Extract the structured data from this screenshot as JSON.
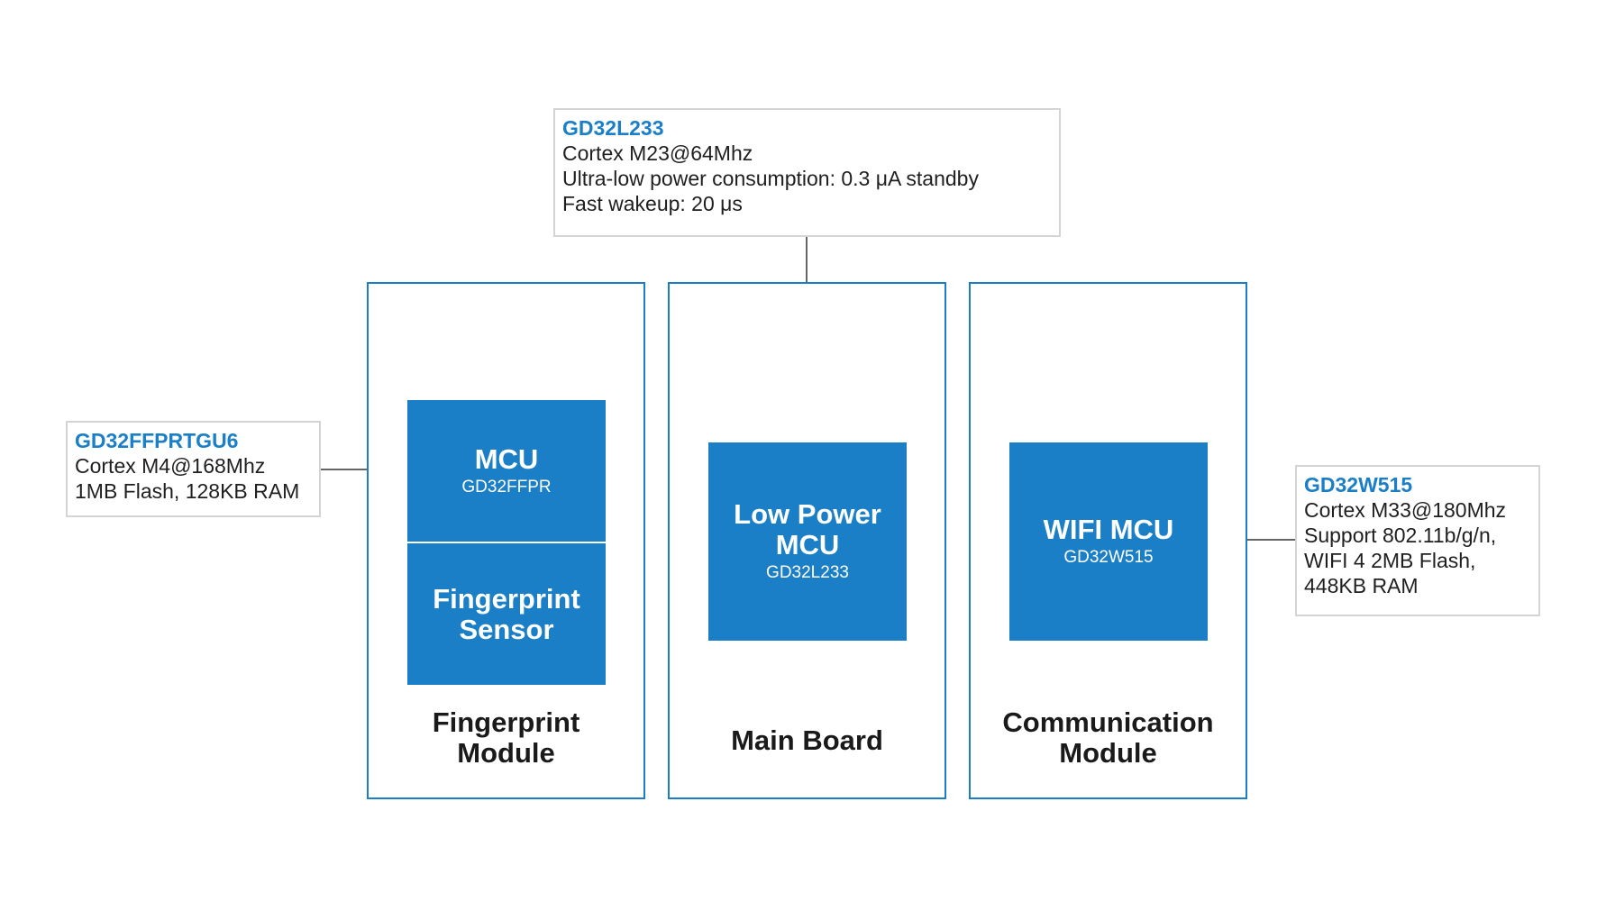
{
  "callouts": {
    "top": {
      "chip": "GD32L233",
      "lines": [
        "Cortex M23@64Mhz",
        "Ultra-low power consumption: 0.3 μA standby",
        "Fast wakeup: 20 μs"
      ]
    },
    "left": {
      "chip": "GD32FFPRTGU6",
      "lines": [
        "Cortex M4@168Mhz",
        "1MB Flash, 128KB RAM"
      ]
    },
    "right": {
      "chip": "GD32W515",
      "lines": [
        "Cortex M33@180Mhz",
        "Support 802.11b/g/n,",
        "WIFI 4 2MB Flash,",
        "448KB RAM"
      ]
    }
  },
  "modules": {
    "fingerprint": {
      "title_lines": [
        "Fingerprint",
        "Module"
      ],
      "mcu": {
        "name": "MCU",
        "part": "GD32FFPR"
      },
      "sensor": {
        "name_lines": [
          "Fingerprint",
          "Sensor"
        ]
      }
    },
    "main": {
      "title": "Main Board",
      "mcu": {
        "name_lines": [
          "Low Power",
          "MCU"
        ],
        "part": "GD32L233"
      }
    },
    "communication": {
      "title_lines": [
        "Communication",
        "Module"
      ],
      "mcu": {
        "name": "WIFI MCU",
        "part": "GD32W515"
      }
    }
  },
  "colors": {
    "accent": "#1a7fc6",
    "callout_border": "#d4d4d4",
    "connector": "#333333"
  }
}
